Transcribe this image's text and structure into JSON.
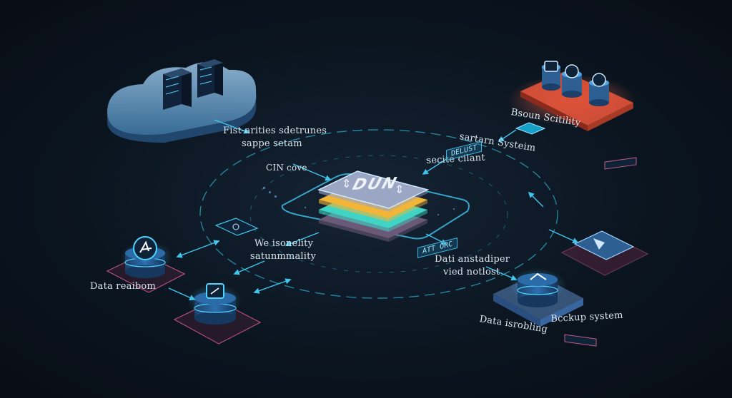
{
  "core": {
    "label": "DUN",
    "layer_colors": [
      "#6a5a78",
      "#3fd4c4",
      "#f2b537",
      "#9aa6c4"
    ]
  },
  "nodes": {
    "cloud_servers": {
      "label_line1": "Fist-arities sdetrunes",
      "label_line2": "sappe setam"
    },
    "bsnoun": {
      "label": "Bsoun Scitility"
    },
    "data_rackom": {
      "label": "Data reaibom"
    },
    "center_db": {
      "label_line1": "We isonelity",
      "label_line2": "satunmmality"
    },
    "data_isrobling": {
      "label": "Data isrobling"
    },
    "backup_system": {
      "label": "Bcckup system"
    },
    "panel_right": {
      "label_left": "",
      "label_right": ""
    }
  },
  "labels": {
    "cdn_love": "CIN cove",
    "sartarn_system": "sartarn Systeim",
    "secite_cilant": "secite cilant",
    "data_anstadiper_line1": "Dati anstadiper",
    "data_anstadiper_line2": "vied notlost"
  },
  "tags": {
    "deluser": "DELUST",
    "att_orc": "ATT ORC"
  },
  "colors": {
    "accent_cyan": "#3fc6ec",
    "accent_red": "#e2533a",
    "accent_yellow": "#f2b537",
    "accent_teal": "#3fd4c4",
    "accent_magenta": "#c05a86"
  }
}
